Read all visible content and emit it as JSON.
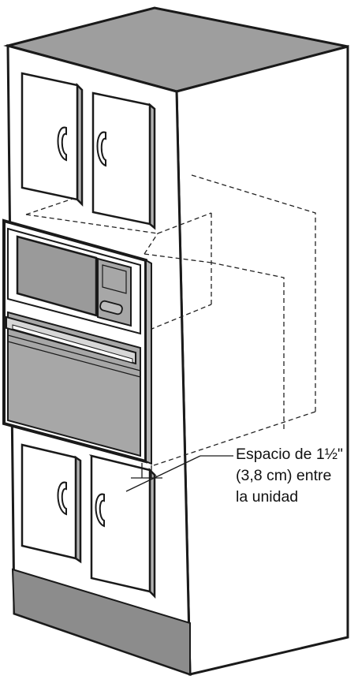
{
  "annotation": {
    "line1": "Espacio de 1½\"",
    "line2": "(3,8 cm) entre",
    "line3": "la unidad"
  },
  "colors": {
    "outline": "#1a1a1a",
    "cabinet_face": "#ffffff",
    "cabinet_top": "#9e9e9e",
    "door_edge": "#b3b3b3",
    "oven_window": "#9a9a9a",
    "oven_panel": "#a7a7a7",
    "toe_kick": "#8c8c8c",
    "hidden_lines": "#222222"
  },
  "icons": {
    "door_handle": "c-shaped-handle-icon",
    "oven_handle": "bar-handle-icon"
  }
}
